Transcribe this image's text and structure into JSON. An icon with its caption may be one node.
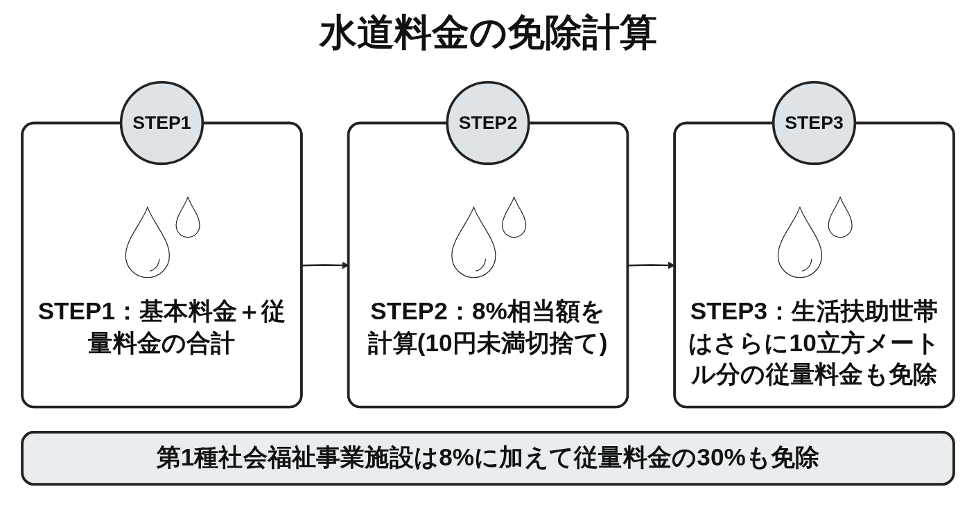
{
  "diagram": {
    "title": "水道料金の免除計算",
    "nodes": [
      {
        "text": [
          "STEP1",
          "STEP1：基本料金＋従量料金の合計"
        ]
      },
      {
        "text": [
          "STEP2",
          "STEP2：8%相当額を計算(10円未満切捨て)"
        ]
      },
      {
        "text": [
          "STEP3",
          "STEP3：生活扶助世帯はさらに10立方メートル分の従量料金も免除"
        ]
      },
      {
        "text": [
          "第1種社会福祉事業施設は8%に加えて従量料金の30%も免除"
        ]
      }
    ],
    "edges": [
      {
        "from": 0,
        "to": 1,
        "arrow": "to"
      },
      {
        "from": 1,
        "to": 2,
        "arrow": "to"
      }
    ]
  }
}
